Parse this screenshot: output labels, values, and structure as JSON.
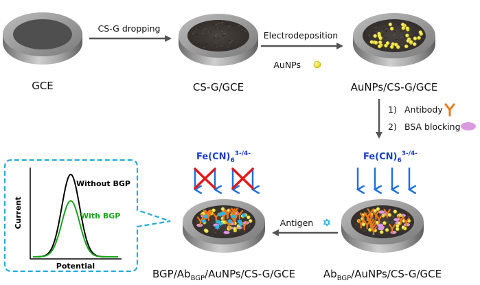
{
  "electrodes": {
    "gce": "GCE",
    "csg": "CS-G/GCE",
    "aunps": "AuNPs/CS-G/GCE",
    "ab_prefix": "Ab",
    "ab_sub": "BGP",
    "ab_suffix": "/AuNPs/CS-G/GCE",
    "bgp_prefix": "BGP/Ab",
    "bgp_sub": "BGP",
    "bgp_suffix": "/AuNPs/CS-G/GCE"
  },
  "steps": {
    "cs_g_dropping": "CS-G dropping",
    "electrodeposition": "Electrodeposition",
    "aunps_legend": "AuNPs",
    "step1_num": "1)",
    "step1_text": "Antibody",
    "step2_num": "2)",
    "step2_text": "BSA blocking",
    "antigen": "Antigen"
  },
  "probe": {
    "base": "Fe(CN)",
    "sub": "6",
    "sup": "3-/4-"
  },
  "inset": {
    "xlabel": "Potential",
    "ylabel": "Current",
    "series": [
      {
        "name": "Without BGP",
        "color": "#000000",
        "peak": 1.0
      },
      {
        "name": "With BGP",
        "color": "#1aa31a",
        "peak": 0.68
      }
    ]
  },
  "colors": {
    "probe_arrow": "#1f6fe0",
    "block_cross": "#e0191b",
    "callout_border": "#22aadd",
    "gold_particle": "#f2e11a",
    "antibody": "#ec7a1a",
    "bsa": "#d99adf",
    "antigen": "#2bb6e8"
  }
}
